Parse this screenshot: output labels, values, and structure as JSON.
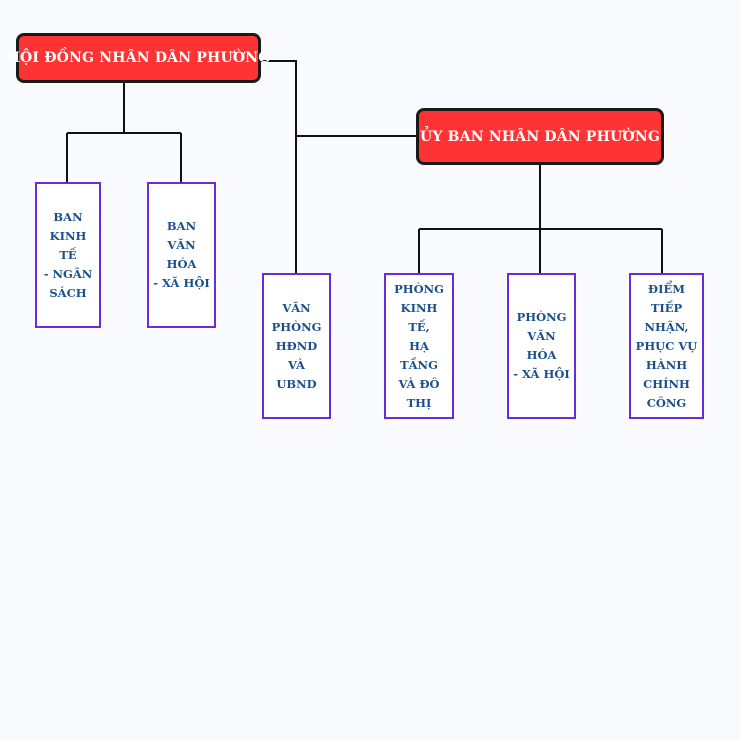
{
  "diagram": {
    "council": {
      "label": "HỘI ĐỒNG NHÂN DÂN PHƯỜNG"
    },
    "committee": {
      "label": "ỦY BAN NHÂN DÂN PHƯỜNG"
    },
    "council_units": [
      {
        "label": "BAN\nKINH TẾ\n- NGÂN\nSÁCH"
      },
      {
        "label": "BAN\nVĂN HÓA\n- XÃ HỘI"
      }
    ],
    "office": {
      "label": "VĂN\nPHÒNG\nHĐND VÀ\nUBND"
    },
    "committee_units": [
      {
        "label": "PHÒNG\nKINH TẾ,\nHẠ TẦNG\nVÀ ĐÔ\nTHỊ"
      },
      {
        "label": "PHÒNG\nVĂN HÓA\n- XÃ HỘI"
      },
      {
        "label": "ĐIỂM TIẾP\nNHẬN,\nPHỤC VỤ\nHÀNH\nCHÍNH\nCÔNG"
      }
    ],
    "colors": {
      "head_fill": "#ff3333",
      "head_border": "#1a1a1a",
      "unit_border": "#6a2bd8",
      "unit_text": "#1b4f8c",
      "connector": "#111111"
    }
  }
}
